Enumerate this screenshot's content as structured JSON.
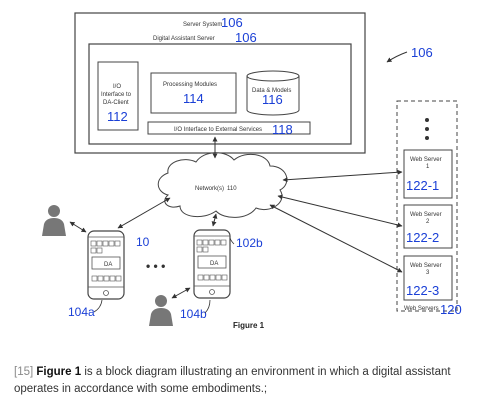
{
  "diagram": {
    "ref_top_right": "106",
    "server_system_label": "Server System",
    "server_system_ref": "106",
    "da_server_label": "Digital Assistant Server",
    "da_server_ref": "106",
    "io_client": {
      "line1": "I/O",
      "line2": "Interface to",
      "line3": "DA-Client",
      "ref": "112"
    },
    "processing": {
      "label": "Processing Modules",
      "ref": "114"
    },
    "data_models": {
      "label": "Data & Models",
      "ref": "116"
    },
    "io_external": {
      "label": "I/O Interface to External Services",
      "ref": "118"
    },
    "network": {
      "label": "Network(s)",
      "ref": "110"
    },
    "web_servers": [
      {
        "label": "Web Server",
        "num": "1",
        "ref": "122-1"
      },
      {
        "label": "Web Server",
        "num": "2",
        "ref": "122-2"
      },
      {
        "label": "Web Server",
        "num": "3",
        "ref": "122-3"
      }
    ],
    "web_servers_group": {
      "label": "Web Servers",
      "ref": "120"
    },
    "device1": {
      "ref": "10",
      "ref_bottom": "104a",
      "da_label": "DA"
    },
    "device2": {
      "ref": "102b",
      "ref_bottom": "104b",
      "da_label": "DA"
    },
    "ellipsis": "• • •",
    "figure_label": "Figure 1"
  },
  "caption": {
    "number": "[15]",
    "bold": "Figure 1",
    "text": " is a block diagram illustrating an environment in which a digital assistant operates in accordance with some embodiments.;"
  }
}
